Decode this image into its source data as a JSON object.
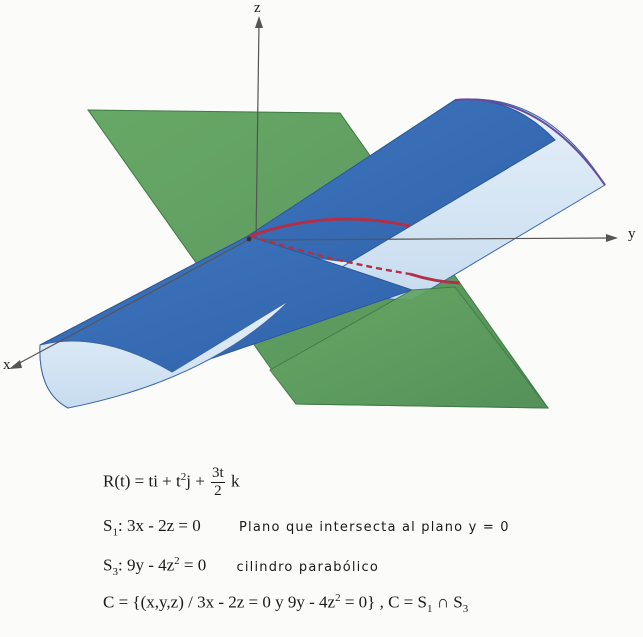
{
  "axes": {
    "z": "z",
    "y": "y",
    "x": "x"
  },
  "equations": {
    "r": {
      "lhs": "R(t) = ti + t",
      "exp": "2",
      "mid": "j + ",
      "frac_num": "3t",
      "frac_den": "2",
      "tail": " k"
    },
    "s1": {
      "name": "S",
      "sub": "1",
      "formula": ": 3x - 2z = 0",
      "description": "Plano que intersecta al plano  y  =  0"
    },
    "s3": {
      "name": "S",
      "sub": "3",
      "formula_a": ": 9y - 4z",
      "exp": "2",
      "formula_b": " = 0",
      "description": "cilindro   parabólico"
    },
    "c": {
      "part1": "C = {(x,y,z) / 3x - 2z = 0    y    9y - 4z",
      "exp": "2",
      "part2": " = 0}   ,    C = S",
      "sub1": "1",
      "cap": " ∩ S",
      "sub3": "3"
    }
  },
  "colors": {
    "plane": "#5e9c5c",
    "cylinder_top": "#3a70b8",
    "cylinder_inner": "#d6e6f4",
    "curve": "#b03048",
    "axis": "#555555"
  }
}
